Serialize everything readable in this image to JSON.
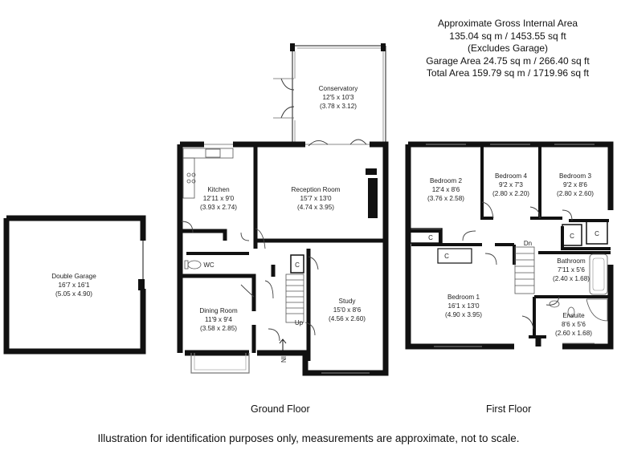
{
  "area_info": {
    "line1": "Approximate Gross Internal Area",
    "line2": "135.04 sq m / 1453.55 sq ft",
    "line3": "(Excludes Garage)",
    "line4": "Garage Area 24.75 sq m / 266.40 sq ft",
    "line5": "Total Area 159.79 sq m / 1719.96 sq ft"
  },
  "floors": {
    "ground": "Ground Floor",
    "first": "First Floor"
  },
  "disclaimer": "Illustration for identification purposes only, measurements are approximate, not to scale.",
  "rooms": {
    "garage": {
      "name": "Double Garage",
      "imperial": "16'7 x 16'1",
      "metric": "(5.05 x 4.90)"
    },
    "conservatory": {
      "name": "Conservatory",
      "imperial": "12'5 x 10'3",
      "metric": "(3.78 x 3.12)"
    },
    "kitchen": {
      "name": "Kitchen",
      "imperial": "12'11 x 9'0",
      "metric": "(3.93 x 2.74)"
    },
    "reception": {
      "name": "Reception Room",
      "imperial": "15'7 x 13'0",
      "metric": "(4.74 x 3.95)"
    },
    "wc": {
      "name": "WC"
    },
    "dining": {
      "name": "Dining Room",
      "imperial": "11'9 x 9'4",
      "metric": "(3.58 x 2.85)"
    },
    "study": {
      "name": "Study",
      "imperial": "15'0 x 8'6",
      "metric": "(4.56 x 2.60)"
    },
    "bedroom2": {
      "name": "Bedroom 2",
      "imperial": "12'4 x 8'6",
      "metric": "(3.76 x 2.58)"
    },
    "bedroom4": {
      "name": "Bedroom 4",
      "imperial": "9'2 x 7'3",
      "metric": "(2.80 x 2.20)"
    },
    "bedroom3": {
      "name": "Bedroom 3",
      "imperial": "9'2 x 8'6",
      "metric": "(2.80 x 2.60)"
    },
    "bathroom": {
      "name": "Bathroom",
      "imperial": "7'11 x 5'6",
      "metric": "(2.40 x 1.68)"
    },
    "bedroom1": {
      "name": "Bedroom 1",
      "imperial": "16'1 x 13'0",
      "metric": "(4.90 x 3.95)"
    },
    "ensuite": {
      "name": "Ensuite",
      "imperial": "8'6 x 5'6",
      "metric": "(2.60 x 1.68)"
    }
  },
  "markers": {
    "cupboard": "C",
    "up": "Up",
    "down": "Dn",
    "entrance": "IN"
  }
}
